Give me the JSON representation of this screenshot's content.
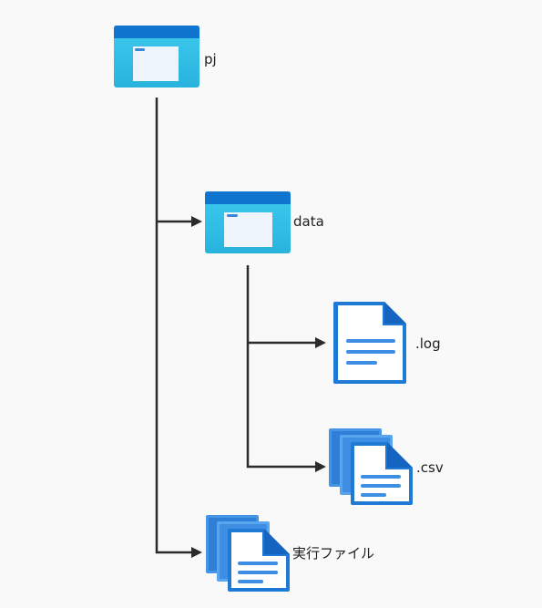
{
  "nodes": {
    "root": {
      "label": "pj",
      "icon": "folder-icon"
    },
    "data": {
      "label": "data",
      "icon": "folder-icon"
    },
    "log": {
      "label": ".log",
      "icon": "document-icon"
    },
    "csv": {
      "label": ".csv",
      "icon": "multiple-documents-icon"
    },
    "exe": {
      "label": "実行ファイル",
      "icon": "multiple-documents-icon"
    }
  },
  "colors": {
    "folder_top": "#1075cf",
    "folder_body": "#34c1e6",
    "folder_inner": "#eef4fb",
    "doc_fill": "#ffffff",
    "doc_border": "#1f7ad6",
    "doc_back": "#4595e6",
    "doc_lines": "#3e8ee3",
    "connector": "#2b2b2b",
    "background": "#f9f9fa"
  }
}
